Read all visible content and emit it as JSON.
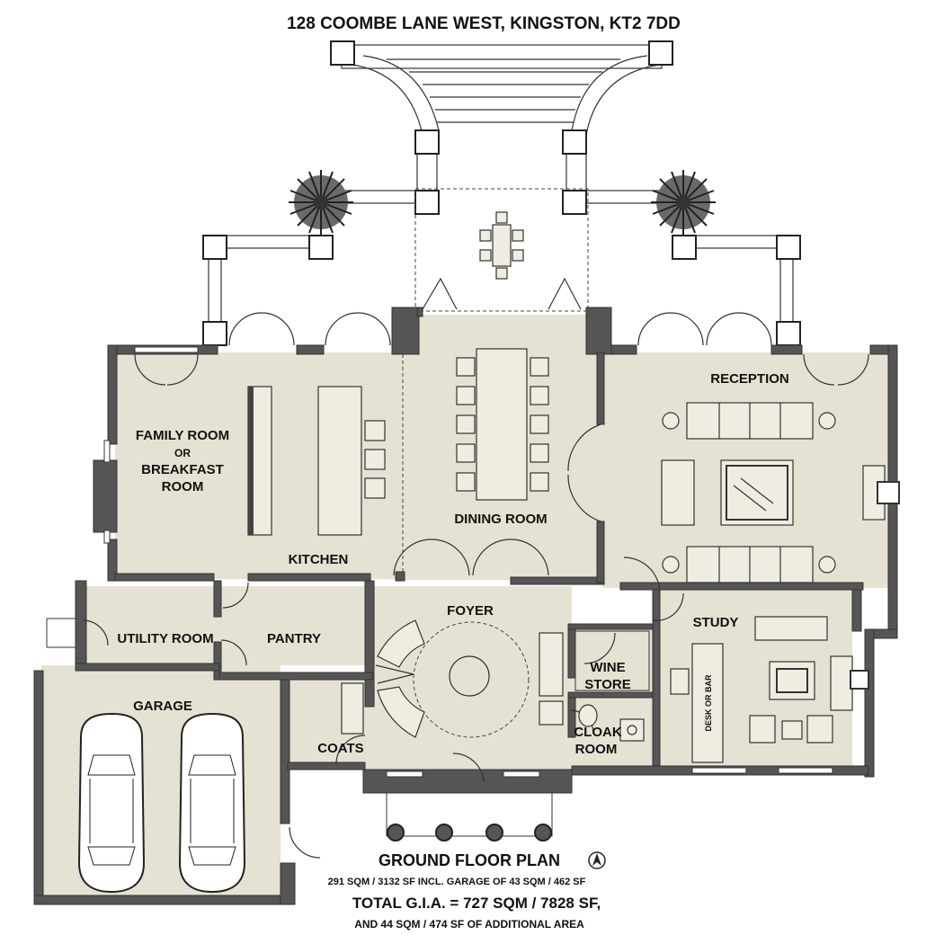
{
  "header": {
    "address": "128 COOMBE LANE WEST, KINGSTON, KT2 7DD"
  },
  "rooms": {
    "family_room_l1": "FAMILY ROOM",
    "family_room_l2": "OR",
    "family_room_l3": "BREAKFAST",
    "family_room_l4": "ROOM",
    "kitchen": "KITCHEN",
    "dining_room": "DINING ROOM",
    "reception": "RECEPTION",
    "foyer": "FOYER",
    "study": "STUDY",
    "utility_room": "UTILITY ROOM",
    "pantry": "PANTRY",
    "garage": "GARAGE",
    "coats": "COATS",
    "wine_store_l1": "WINE",
    "wine_store_l2": "STORE",
    "cloak_room_l1": "CLOAK",
    "cloak_room_l2": "ROOM",
    "desk_or_bar": "DESK OR BAR"
  },
  "footer": {
    "plan_title": "GROUND FLOOR PLAN",
    "plan_area": "291 SQM / 3132 SF INCL. GARAGE OF 43 SQM / 462 SF",
    "total_gia": "TOTAL G.I.A. = 727 SQM / 7828 SF,",
    "additional": "AND 44 SQM / 474 SF OF ADDITIONAL AREA"
  },
  "icons": {
    "compass": "north-compass-icon"
  },
  "colors": {
    "floor": "#e6e2d3",
    "wall": "#555555",
    "furniture": "#efece2"
  }
}
